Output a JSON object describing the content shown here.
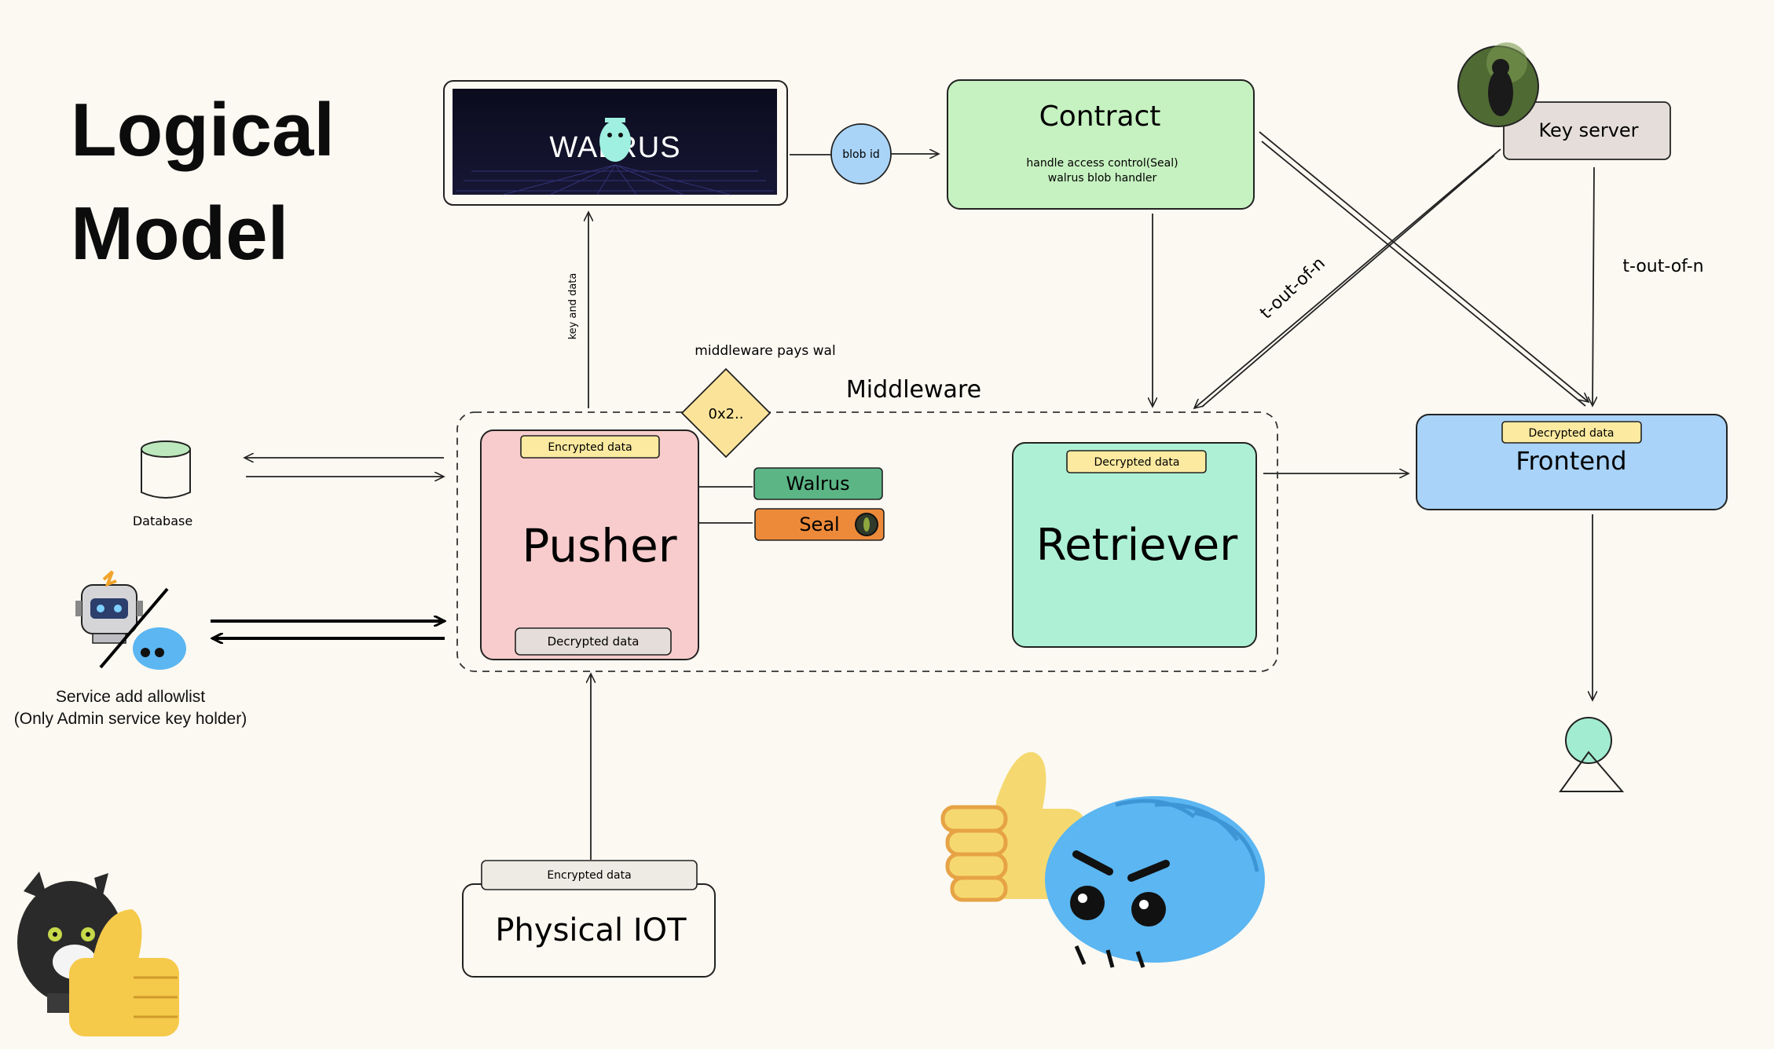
{
  "title": {
    "line1": "Logical",
    "line2": "Model"
  },
  "walrus_logo": {
    "text": "WALRUS"
  },
  "blob_id": "blob id",
  "contract": {
    "title": "Contract",
    "line1": "handle access control(Seal)",
    "line2": "walrus blob handler"
  },
  "key_server": "Key server",
  "t_out_of_n_left": "t-out-of-n",
  "t_out_of_n_right": "t-out-of-n",
  "key_and_data": "key and data",
  "middleware_pays": "middleware pays wal",
  "address": "0x2..",
  "middleware": "Middleware",
  "database": "Database",
  "pusher": {
    "title": "Pusher",
    "top_tag": "Encrypted data",
    "bottom_tag": "Decrypted data"
  },
  "walrus_tag": "Walrus",
  "seal_tag": "Seal",
  "retriever": {
    "title": "Retriever",
    "tag": "Decrypted data"
  },
  "frontend": {
    "title": "Frontend",
    "tag": "Decrypted data"
  },
  "service": {
    "line1": "Service add allowlist",
    "line2": "(Only Admin service key holder)"
  },
  "iot": {
    "title": "Physical IOT",
    "tag": "Encrypted data"
  },
  "colors": {
    "background": "#fcf9f2",
    "contract": "#c6f1c0",
    "pusher": "#f8cccc",
    "retriever": "#aef0d6",
    "frontend": "#a9d3f8",
    "tag_yellow": "#fbeaa0",
    "walrus_tag": "#5cb585",
    "seal_tag": "#ec8a3a",
    "key_server": "#e4ddd9",
    "database_lid": "#bde8bd",
    "blob": "#a9d4f8",
    "address": "#fbe49a",
    "user_head": "#a2ecd1"
  },
  "icons": [
    "walrus-mascot-icon",
    "robot-icon",
    "blue-bug-icon",
    "cat-icon",
    "thumbs-up-icon",
    "angry-blue-bug-icon",
    "bird-avatar-icon",
    "seal-eye-icon",
    "database-icon",
    "user-icon"
  ]
}
